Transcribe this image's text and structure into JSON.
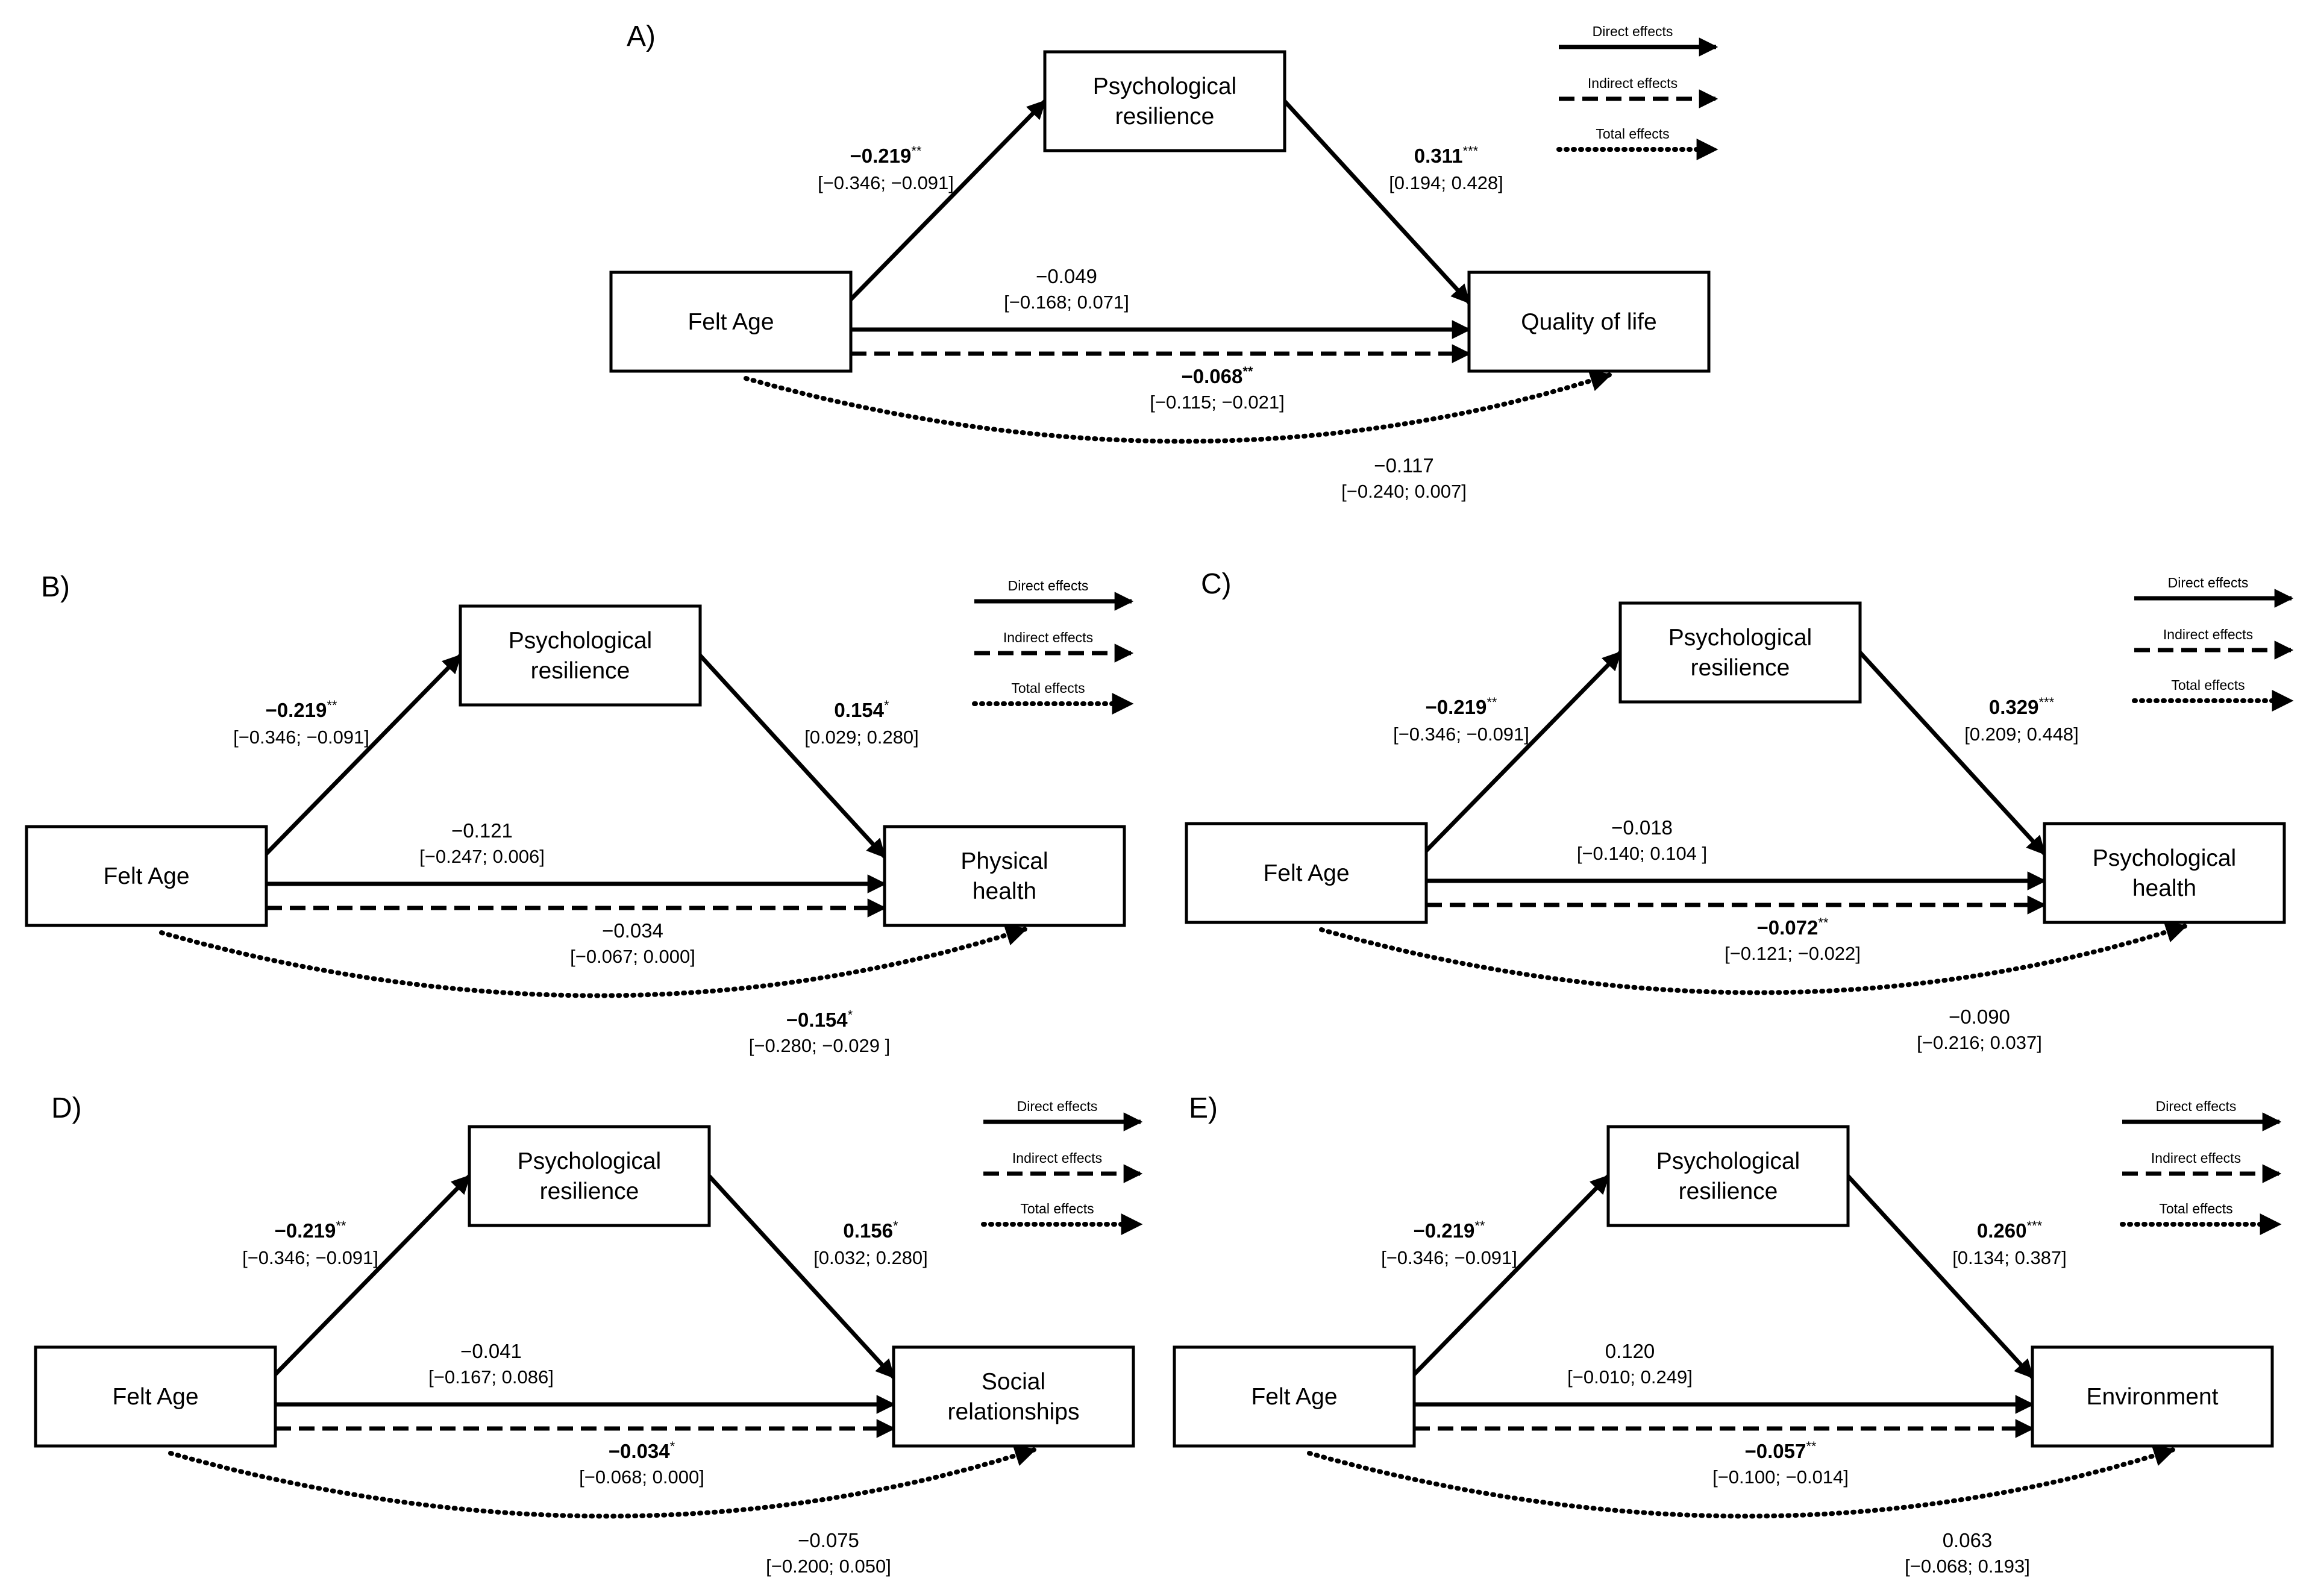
{
  "legend": {
    "direct": "Direct effects",
    "indirect": "Indirect effects",
    "total": "Total effects"
  },
  "panels": [
    {
      "id": "A",
      "label": "A)",
      "predictor": [
        "Felt Age"
      ],
      "mediator": [
        "Psychological",
        "resilience"
      ],
      "outcome": [
        "Quality of life"
      ],
      "a_path": {
        "coef": "−0.219",
        "sig": "**",
        "bold": true,
        "ci": "[−0.346; −0.091]"
      },
      "b_path": {
        "coef": "0.311",
        "sig": "***",
        "bold": true,
        "ci": "[0.194; 0.428]"
      },
      "direct": {
        "coef": "−0.049",
        "sig": "",
        "bold": false,
        "ci": "[−0.168; 0.071]"
      },
      "indirect": {
        "coef": "−0.068",
        "sig": "**",
        "bold": true,
        "ci": "[−0.115; −0.021]"
      },
      "total": {
        "coef": "−0.117",
        "sig": "",
        "bold": false,
        "ci": "[−0.240; 0.007]"
      }
    },
    {
      "id": "B",
      "label": "B)",
      "predictor": [
        "Felt Age"
      ],
      "mediator": [
        "Psychological",
        "resilience"
      ],
      "outcome": [
        "Physical",
        "health"
      ],
      "a_path": {
        "coef": "−0.219",
        "sig": "**",
        "bold": true,
        "ci": "[−0.346; −0.091]"
      },
      "b_path": {
        "coef": "0.154",
        "sig": "*",
        "bold": true,
        "ci": "[0.029; 0.280]"
      },
      "direct": {
        "coef": "−0.121",
        "sig": "",
        "bold": false,
        "ci": "[−0.247; 0.006]"
      },
      "indirect": {
        "coef": "−0.034",
        "sig": "",
        "bold": false,
        "ci": "[−0.067; 0.000]"
      },
      "total": {
        "coef": "−0.154",
        "sig": "*",
        "bold": true,
        "ci": "[−0.280; −0.029 ]"
      }
    },
    {
      "id": "C",
      "label": "C)",
      "predictor": [
        "Felt Age"
      ],
      "mediator": [
        "Psychological",
        "resilience"
      ],
      "outcome": [
        "Psychological",
        "health"
      ],
      "a_path": {
        "coef": "−0.219",
        "sig": "**",
        "bold": true,
        "ci": "[−0.346; −0.091]"
      },
      "b_path": {
        "coef": "0.329",
        "sig": "***",
        "bold": true,
        "ci": "[0.209; 0.448]"
      },
      "direct": {
        "coef": "−0.018",
        "sig": "",
        "bold": false,
        "ci": "[−0.140; 0.104 ]"
      },
      "indirect": {
        "coef": "−0.072",
        "sig": "**",
        "bold": true,
        "ci": "[−0.121; −0.022]"
      },
      "total": {
        "coef": "−0.090",
        "sig": "",
        "bold": false,
        "ci": "[−0.216; 0.037]"
      }
    },
    {
      "id": "D",
      "label": "D)",
      "predictor": [
        "Felt Age"
      ],
      "mediator": [
        "Psychological",
        "resilience"
      ],
      "outcome": [
        "Social",
        "relationships"
      ],
      "a_path": {
        "coef": "−0.219",
        "sig": "**",
        "bold": true,
        "ci": "[−0.346; −0.091]"
      },
      "b_path": {
        "coef": "0.156",
        "sig": "*",
        "bold": true,
        "ci": "[0.032; 0.280]"
      },
      "direct": {
        "coef": "−0.041",
        "sig": "",
        "bold": false,
        "ci": "[−0.167; 0.086]"
      },
      "indirect": {
        "coef": "−0.034",
        "sig": "*",
        "bold": true,
        "ci": "[−0.068; 0.000]"
      },
      "total": {
        "coef": "−0.075",
        "sig": "",
        "bold": false,
        "ci": "[−0.200; 0.050]"
      }
    },
    {
      "id": "E",
      "label": "E)",
      "predictor": [
        "Felt Age"
      ],
      "mediator": [
        "Psychological",
        "resilience"
      ],
      "outcome": [
        "Environment"
      ],
      "a_path": {
        "coef": "−0.219",
        "sig": "**",
        "bold": true,
        "ci": "[−0.346; −0.091]"
      },
      "b_path": {
        "coef": "0.260",
        "sig": "***",
        "bold": true,
        "ci": "[0.134; 0.387]"
      },
      "direct": {
        "coef": "0.120",
        "sig": "",
        "bold": false,
        "ci": "[−0.010; 0.249]"
      },
      "indirect": {
        "coef": "−0.057",
        "sig": "**",
        "bold": true,
        "ci": "[−0.100; −0.014]"
      },
      "total": {
        "coef": "0.063",
        "sig": "",
        "bold": false,
        "ci": "[−0.068; 0.193]"
      }
    }
  ]
}
